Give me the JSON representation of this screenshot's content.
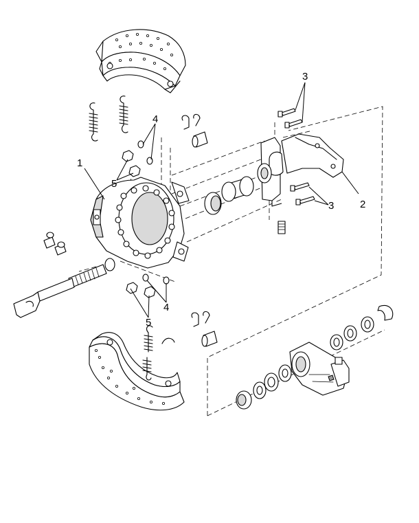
{
  "callouts": [
    {
      "id": "c1",
      "label": "1"
    },
    {
      "id": "c2",
      "label": "2"
    },
    {
      "id": "c3a",
      "label": "3"
    },
    {
      "id": "c3b",
      "label": "3"
    },
    {
      "id": "c4a",
      "label": "4"
    },
    {
      "id": "c4b",
      "label": "4"
    },
    {
      "id": "c5a",
      "label": "5"
    },
    {
      "id": "c5b",
      "label": "5"
    }
  ]
}
